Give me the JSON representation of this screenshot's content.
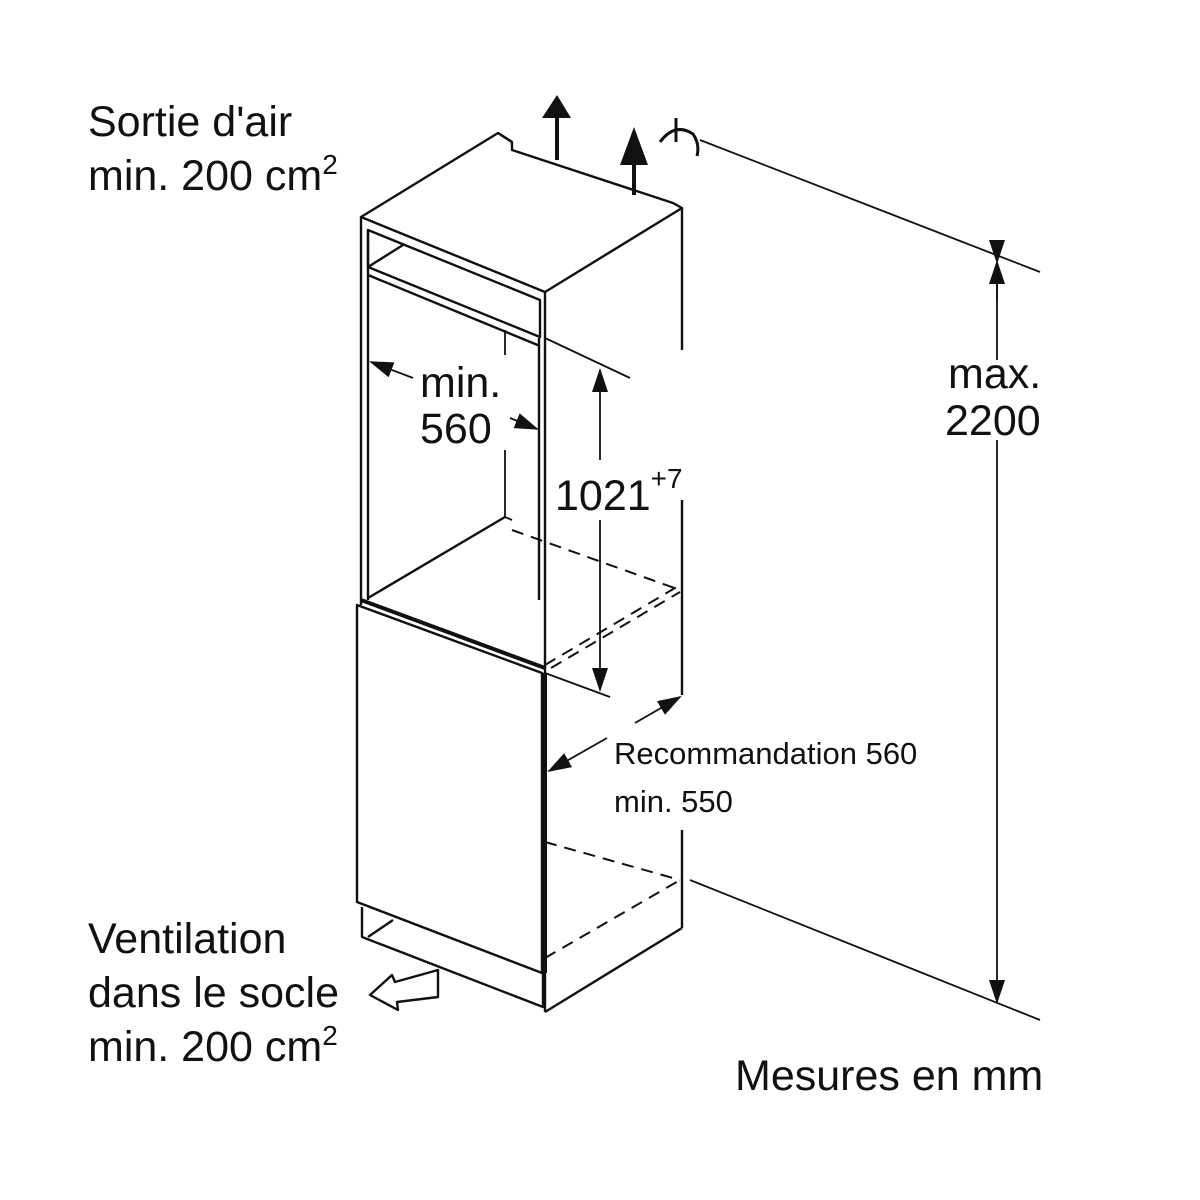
{
  "labels": {
    "air_outlet_line1": "Sortie d'air",
    "air_outlet_line2": "min. 200 cm",
    "air_outlet_sup": "2",
    "niche_width_line1": "min.",
    "niche_width_line2": "560",
    "niche_height": "1021",
    "niche_height_tolerance": "+7",
    "max_height_line1": "max.",
    "max_height_line2": "2200",
    "depth_line1": "Recommandation 560",
    "depth_line2": "min. 550",
    "ventilation_line1": "Ventilation",
    "ventilation_line2": "dans le socle",
    "ventilation_line3": "min. 200 cm",
    "ventilation_sup": "2",
    "units_note": "Mesures en mm"
  }
}
